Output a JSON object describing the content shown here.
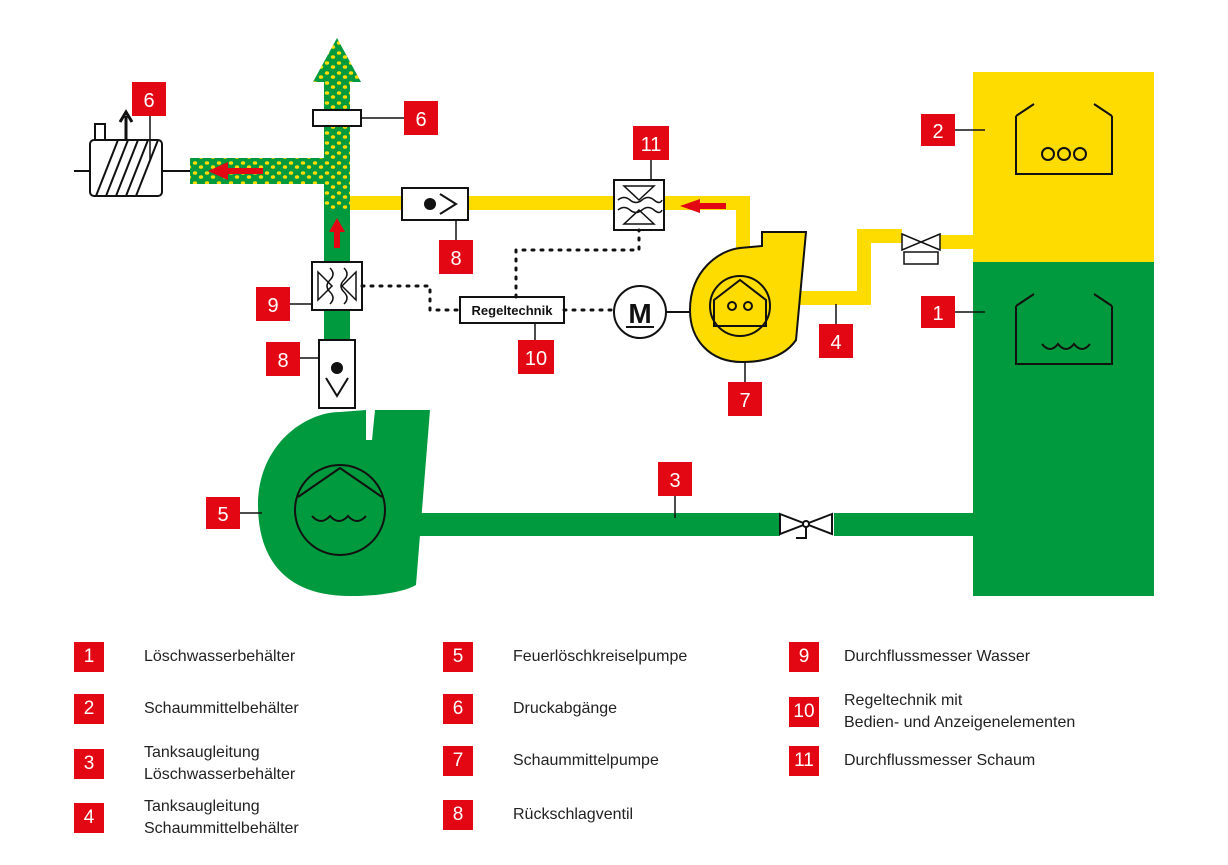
{
  "colors": {
    "green": "#009a3e",
    "yellow": "#ffdc00",
    "red": "#e30613",
    "black": "#111111"
  },
  "diagram": {
    "controller_label": "Regeltechnik",
    "motor_label": "M",
    "badges": {
      "b1": "1",
      "b2": "2",
      "b3": "3",
      "b4": "4",
      "b5": "5",
      "b6_top": "6",
      "b6_left": "6",
      "b7": "7",
      "b8_right": "8",
      "b8_left": "8",
      "b9": "9",
      "b10": "10",
      "b11": "11"
    }
  },
  "legend": [
    {
      "num": "1",
      "label": "Löschwasserbehälter"
    },
    {
      "num": "2",
      "label": "Schaummittelbehälter"
    },
    {
      "num": "3",
      "label": "Tanksaugleitung\nLöschwasserbehälter"
    },
    {
      "num": "4",
      "label": "Tanksaugleitung\nSchaummittelbehälter"
    },
    {
      "num": "5",
      "label": "Feuerlöschkreiselpumpe"
    },
    {
      "num": "6",
      "label": "Druckabgänge"
    },
    {
      "num": "7",
      "label": "Schaummittelpumpe"
    },
    {
      "num": "8",
      "label": "Rückschlagventil"
    },
    {
      "num": "9",
      "label": "Durchflussmesser Wasser"
    },
    {
      "num": "10",
      "label": "Regeltechnik mit\nBedien- und Anzeigenelementen"
    },
    {
      "num": "11",
      "label": "Durchflussmesser Schaum"
    }
  ]
}
